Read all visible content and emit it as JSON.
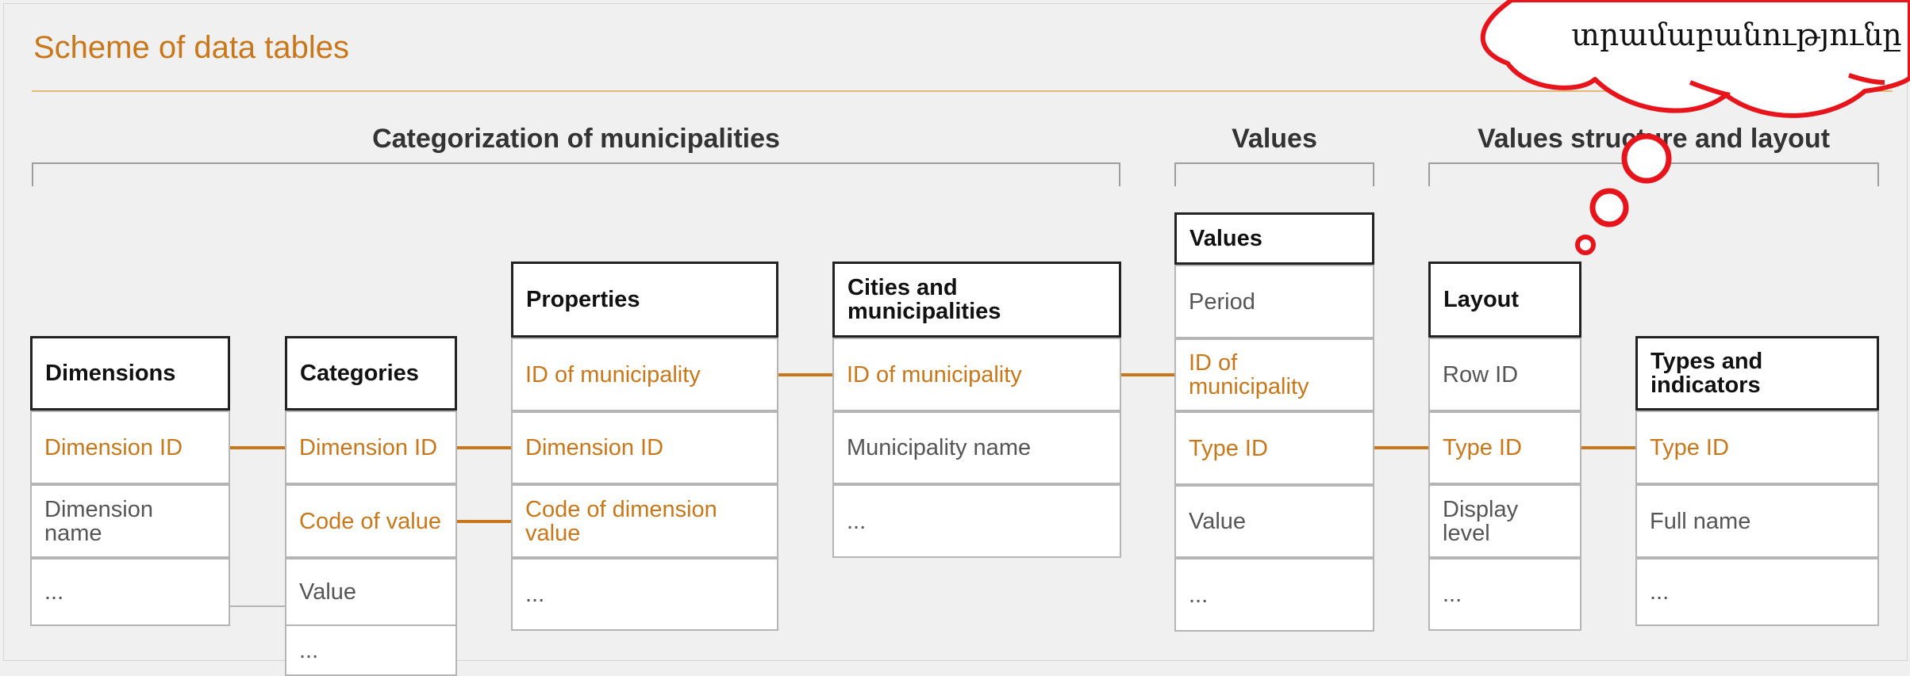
{
  "title": "Scheme of data tables",
  "groups": {
    "categorization": "Categorization of municipalities",
    "values": "Values",
    "structure": "Values structure and layout"
  },
  "tables": {
    "dimensions": {
      "header": "Dimensions",
      "rows": [
        "Dimension ID",
        "Dimension name",
        "..."
      ]
    },
    "categories": {
      "header": "Categories",
      "rows": [
        "Dimension ID",
        "Code of value",
        "Value",
        "..."
      ]
    },
    "properties": {
      "header": "Properties",
      "rows": [
        "ID of municipality",
        "Dimension ID",
        "Code of dimension value",
        "..."
      ]
    },
    "cities": {
      "header": "Cities and municipalities",
      "rows": [
        "ID of municipality",
        "Municipality name",
        "..."
      ]
    },
    "values": {
      "header": "Values",
      "rows": [
        "Period",
        "ID of municipality",
        "Type ID",
        "Value",
        "..."
      ]
    },
    "layout": {
      "header": "Layout",
      "rows": [
        "Row ID",
        "Type ID",
        "Display level",
        "..."
      ]
    },
    "types": {
      "header": "Types and indicators",
      "rows": [
        "Type ID",
        "Full name",
        "..."
      ]
    }
  },
  "thought_bubble": {
    "text": "տրամաբանությունը"
  },
  "colors": {
    "accent": "#c8771a",
    "cloud": "#e8141c",
    "border": "#b5b5b5",
    "header_border": "#222222"
  }
}
